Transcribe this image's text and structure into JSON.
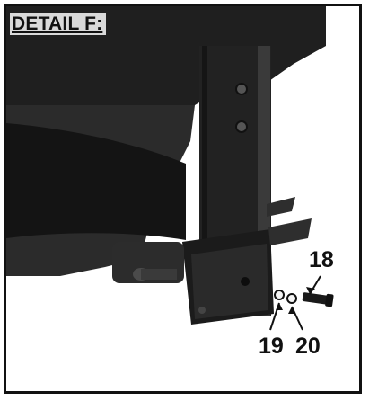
{
  "detail": {
    "title": "DETAIL F:"
  },
  "callouts": {
    "c18": "18",
    "c19": "19",
    "c20": "20"
  },
  "colors": {
    "border": "#111111",
    "photo_bg": "#2a2a2a",
    "title_bg": "#d9d9d9"
  }
}
